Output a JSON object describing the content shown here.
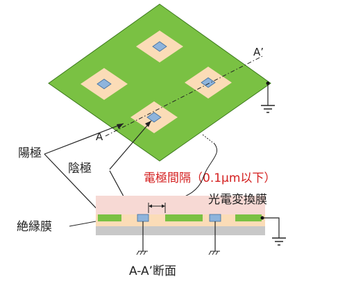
{
  "labels": {
    "axis_start": "A",
    "axis_end": "A’",
    "anode": "陽極",
    "cathode": "陰極",
    "electrode_gap": "電極間隔（0.1μm以下）",
    "photoelectric_film": "光電変換膜",
    "insulating_film": "絶縁膜",
    "section_caption": "A-A’断面"
  },
  "colors": {
    "anode_green": "#7ac143",
    "cathode_blue": "#8eb4dc",
    "peach": "#fbdcb7",
    "film_pink": "#f7d9d4",
    "substrate_gray": "#c8c8c8",
    "text_red": "#d42020"
  }
}
